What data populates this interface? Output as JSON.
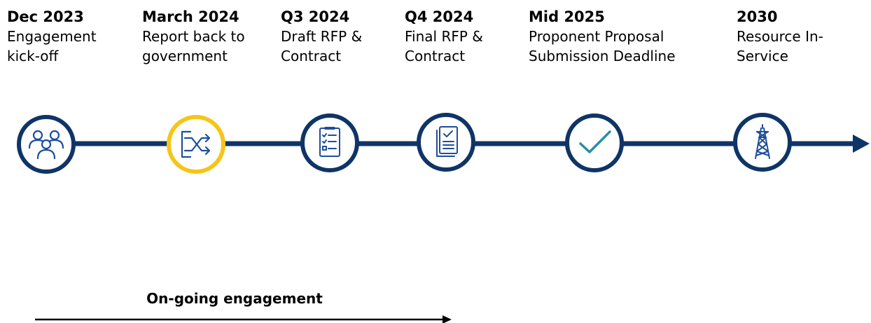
{
  "colors": {
    "timeline": "#0f3466",
    "highlight_ring": "#f5c518",
    "icon": "#1e4e9c",
    "icon_alt": "#2b8ac7",
    "check": "#2a8ea8"
  },
  "milestones": [
    {
      "date": "Dec 2023",
      "desc": "Engagement\nkick-off",
      "icon": "people-group-icon",
      "highlight": false
    },
    {
      "date": "March 2024",
      "desc": "Report back to\ngovernment",
      "icon": "shuffle-arrows-icon",
      "highlight": true
    },
    {
      "date": "Q3 2024",
      "desc": "Draft RFP &\nContract",
      "icon": "checklist-icon",
      "highlight": false
    },
    {
      "date": "Q4 2024",
      "desc": "Final RFP &\nContract",
      "icon": "document-check-icon",
      "highlight": false
    },
    {
      "date": "Mid 2025",
      "desc": "Proponent Proposal\nSubmission Deadline",
      "icon": "checkmark-icon",
      "highlight": false
    },
    {
      "date": "2030",
      "desc": "Resource In-\nService",
      "icon": "transmission-tower-icon",
      "highlight": false
    }
  ],
  "ongoing": {
    "label": "On-going engagement"
  }
}
